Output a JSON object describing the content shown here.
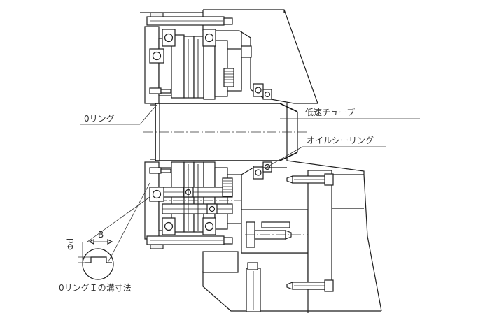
{
  "labels": {
    "o_ring": "0リング",
    "low_speed_tube": "低速チューブ",
    "oil_seal_ring": "オイルシーリング",
    "groove_dimensions": "0リングＩの溝寸法",
    "phi_d": "Φd",
    "b": "B"
  }
}
